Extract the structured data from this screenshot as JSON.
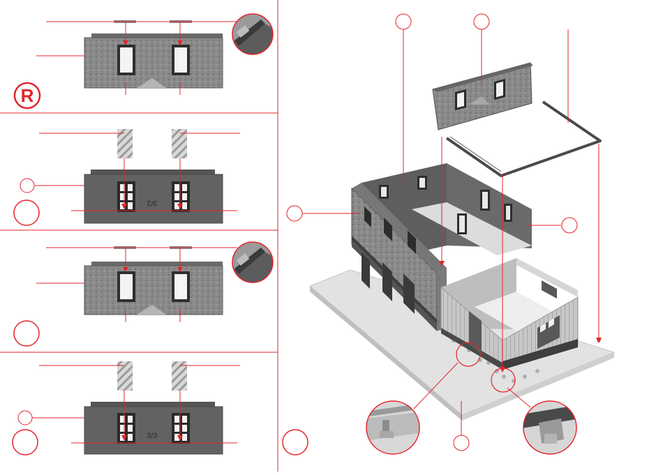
{
  "colors": {
    "accent": "#e3242b",
    "wall_dark": "#626262",
    "wall_mid": "#8a8a8a",
    "wall_light": "#c9c9c9",
    "base_plate": "#e2e2e2",
    "window_light": "#f4f4f4"
  },
  "panel_left": {
    "step1": {
      "badge_label": "R"
    },
    "step2": {
      "wall_marking": "3/2"
    },
    "step4": {
      "wall_marking": "3/3"
    }
  },
  "icons": {
    "registered": "registered-badge-icon",
    "detail_zoom": "magnifier-circle-icon"
  }
}
